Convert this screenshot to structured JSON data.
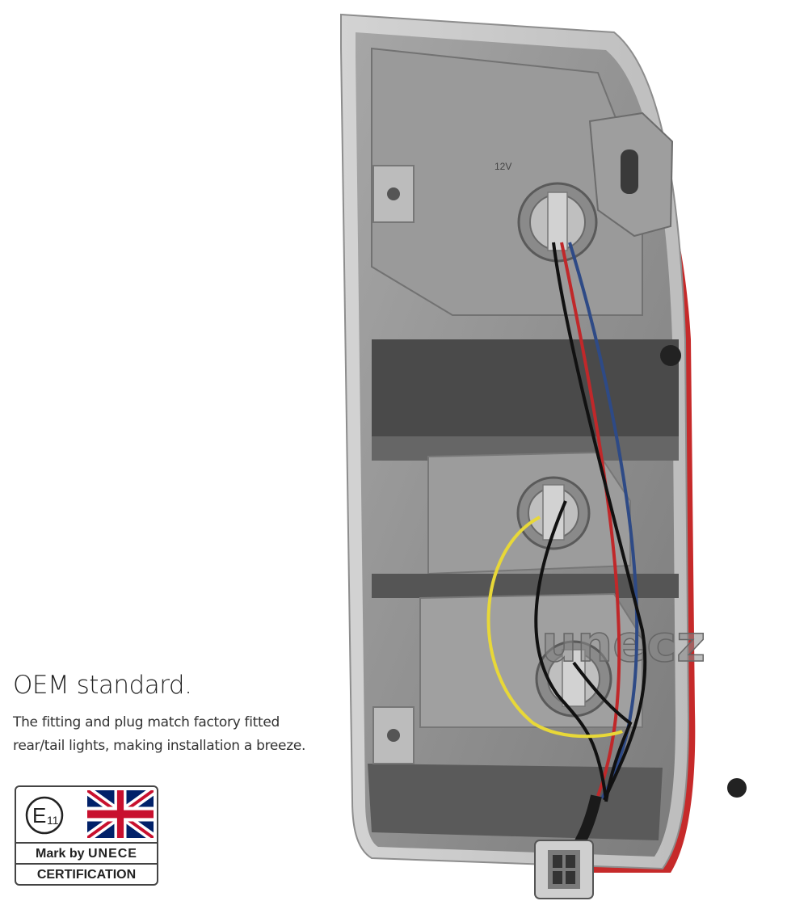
{
  "heading": "OEM standard.",
  "description": {
    "line1": "The fitting and plug match factory fitted",
    "line2": "rear/tail lights, making installation a breeze."
  },
  "badge": {
    "emark_letter": "E",
    "emark_number": "11",
    "mark_by_prefix": "Mark by",
    "mark_by_org": "UNECE",
    "certification": "CERTIFICATION"
  },
  "photo": {
    "watermark": "unecz",
    "labels": [
      "12V"
    ],
    "colors": {
      "housing": "#8c8c8c",
      "lens_red": "#c81e1e",
      "wire_red": "#c0282a",
      "wire_blue": "#2e4a86",
      "wire_yellow": "#e8d838",
      "wire_black": "#111111"
    }
  },
  "colors": {
    "text": "#222222",
    "flag_blue": "#012169",
    "flag_red": "#C8102E"
  }
}
